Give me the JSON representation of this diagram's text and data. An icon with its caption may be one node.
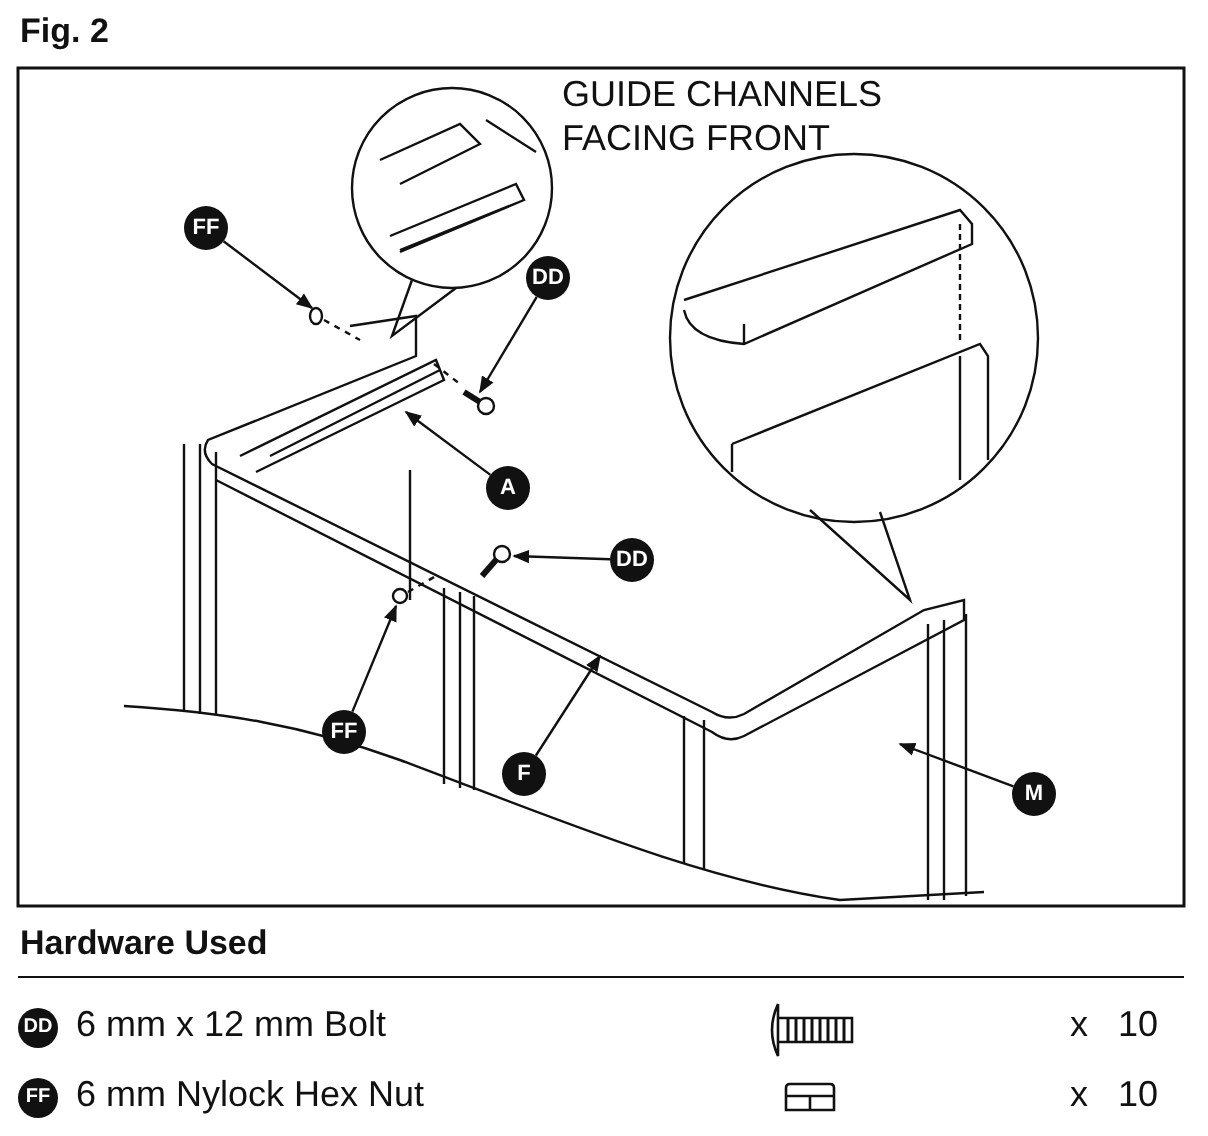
{
  "diagram": {
    "title": "Fig. 2",
    "nodes": [
      {
        "text": [
          "FF"
        ]
      },
      {
        "text": [
          "DD"
        ]
      },
      {
        "text": [
          "A"
        ]
      },
      {
        "text": [
          "DD"
        ]
      },
      {
        "text": [
          "FF"
        ]
      },
      {
        "text": [
          "F"
        ]
      },
      {
        "text": [
          "M"
        ]
      },
      {
        "text": [
          "DD"
        ]
      },
      {
        "text": [
          "FF"
        ]
      },
      {
        "text": [],
        "shape": "picture"
      }
    ],
    "edges": [
      {
        "from": 0,
        "to": null,
        "arrow": "to"
      },
      {
        "from": 1,
        "to": null,
        "arrow": "to"
      },
      {
        "from": 2,
        "to": null,
        "arrow": "to"
      },
      {
        "from": 3,
        "to": 9,
        "arrow": "to"
      },
      {
        "from": 4,
        "to": null,
        "arrow": "to"
      },
      {
        "from": 5,
        "to": null,
        "arrow": "to"
      },
      {
        "from": 6,
        "to": null,
        "arrow": "to"
      }
    ],
    "labels": [
      "GUIDE CHANNELS FACING FRONT",
      "Hardware Used",
      "6 mm x 12 mm Bolt",
      "x 10",
      "6 mm Nylock Hex Nut",
      "x 10"
    ]
  }
}
